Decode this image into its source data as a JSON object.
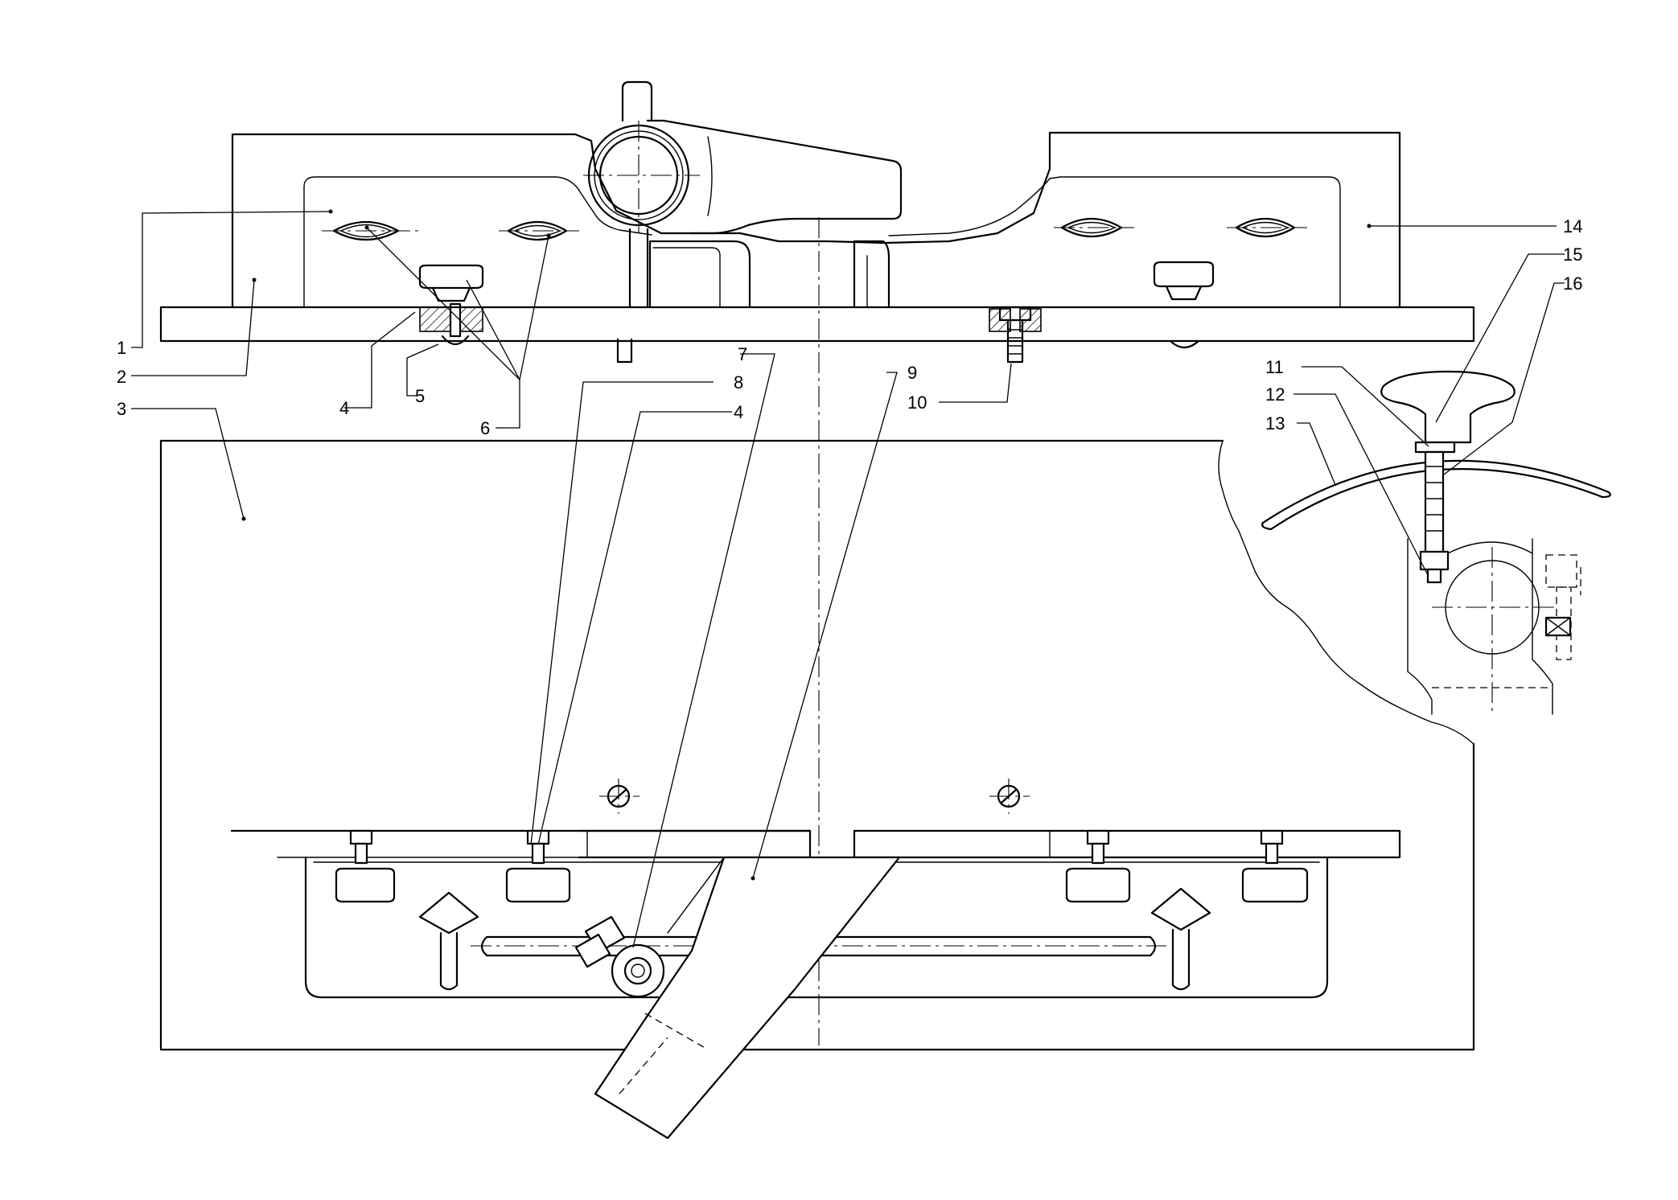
{
  "callouts": {
    "c1": "1",
    "c2": "2",
    "c3": "3",
    "c4a": "4",
    "c4b": "4",
    "c5": "5",
    "c6": "6",
    "c7": "7",
    "c8": "8",
    "c9": "9",
    "c10": "10",
    "c11": "11",
    "c12": "12",
    "c13": "13",
    "c14": "14",
    "c15": "15",
    "c16": "16"
  },
  "style": {
    "line_color": "#000000",
    "background": "#ffffff"
  }
}
